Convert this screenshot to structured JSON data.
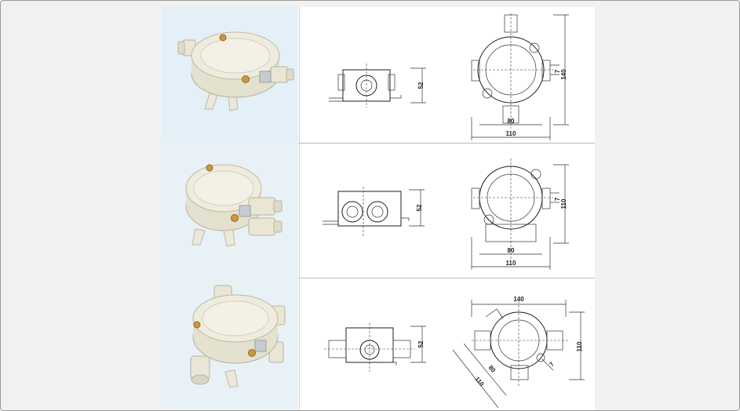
{
  "products": [
    {
      "dims": {
        "side_height": "52",
        "top_height": "140",
        "inner_width": "80",
        "outer_width": "110",
        "offset": "7"
      }
    },
    {
      "dims": {
        "side_height": "52",
        "top_height": "110",
        "inner_width": "80",
        "outer_width": "110",
        "offset": "7"
      }
    },
    {
      "dims": {
        "side_height": "52",
        "top_width": "140",
        "top_height": "110",
        "diag_inner": "80",
        "diag_outer": "110",
        "offset": "7"
      }
    }
  ]
}
